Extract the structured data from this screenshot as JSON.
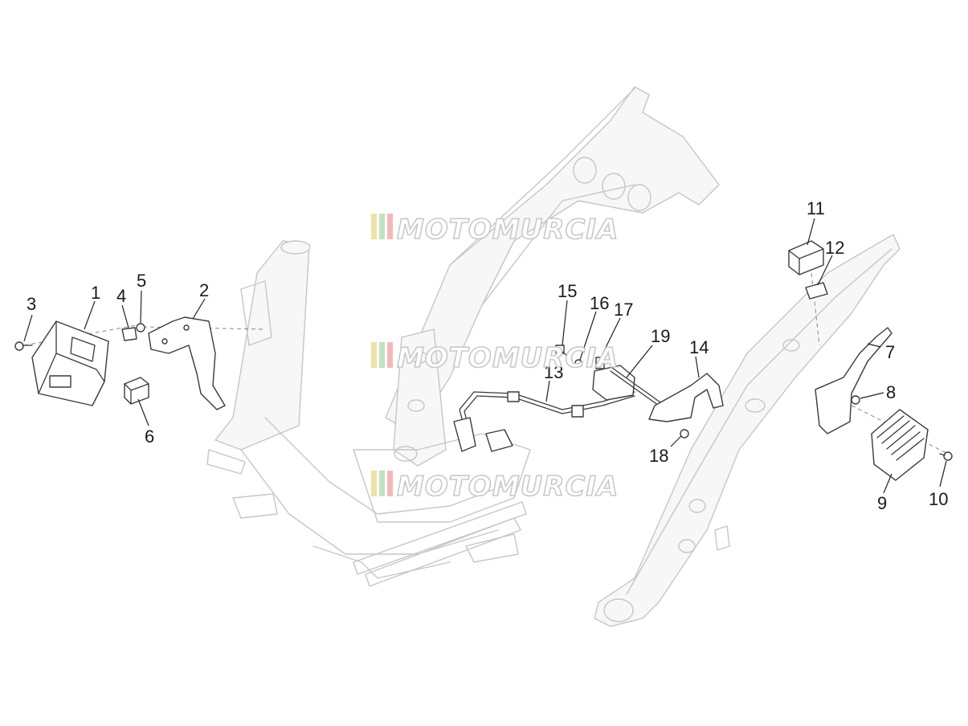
{
  "watermark": {
    "text": "MOTOMURCIA"
  },
  "callouts": [
    "1",
    "2",
    "3",
    "4",
    "5",
    "6",
    "7",
    "8",
    "9",
    "10",
    "11",
    "12",
    "13",
    "14",
    "15",
    "16",
    "17",
    "18",
    "19"
  ],
  "colors": {
    "background": "#ffffff",
    "frame_line": "#c6c6c6",
    "part_line": "#3a3a3a",
    "label": "#1a1a1a"
  }
}
